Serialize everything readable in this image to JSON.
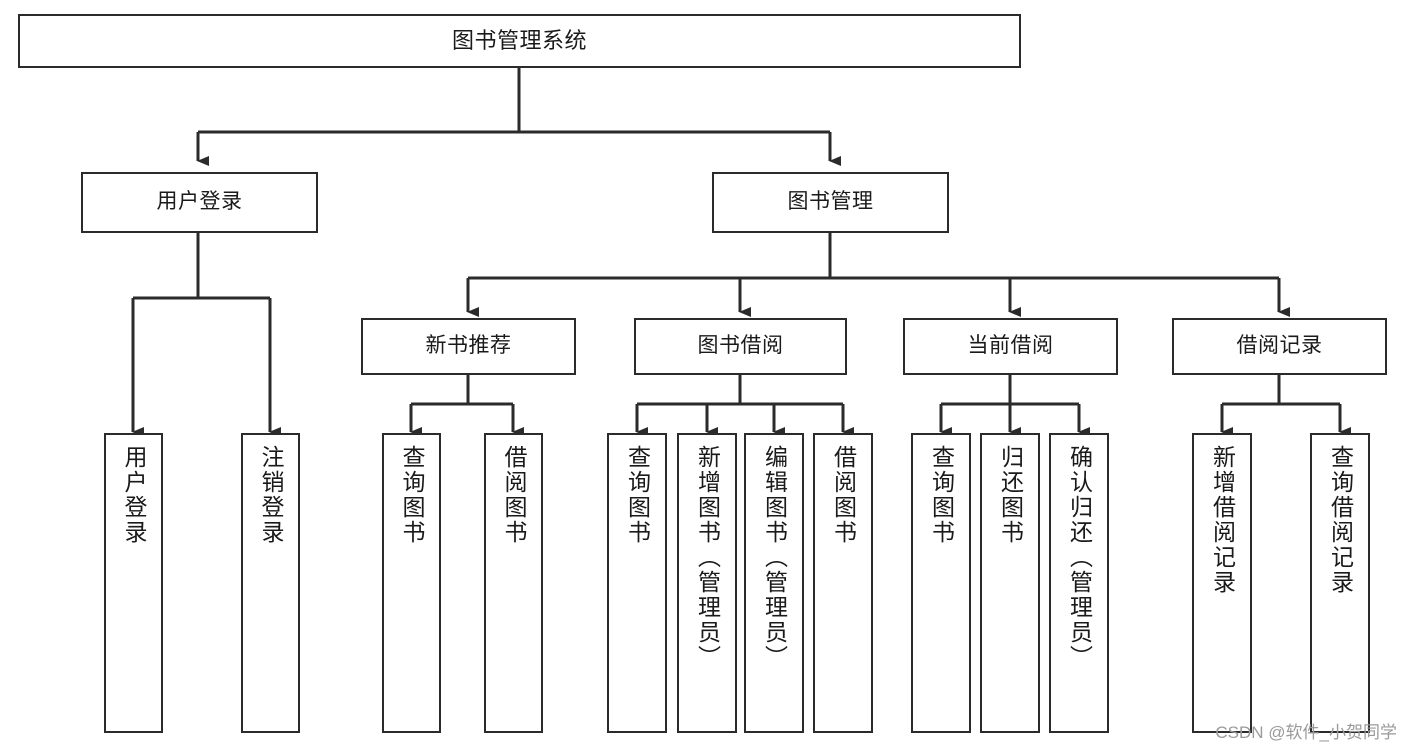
{
  "diagram": {
    "type": "tree-hierarchy",
    "title": "图书管理系统",
    "watermark": "CSDN @软件_小贺同学",
    "colors": {
      "stroke": "#2b2b2b",
      "fill": "#ffffff",
      "text": "#1a1a1a",
      "watermark": "#9a9a9a"
    },
    "root": {
      "id": "root",
      "label": "图书管理系统"
    },
    "level2": [
      {
        "id": "user-login",
        "label": "用户登录"
      },
      {
        "id": "book-manage",
        "label": "图书管理"
      }
    ],
    "level3": [
      {
        "id": "new-book-rec",
        "label": "新书推荐"
      },
      {
        "id": "book-borrow",
        "label": "图书借阅"
      },
      {
        "id": "current-borrow",
        "label": "当前借阅"
      },
      {
        "id": "borrow-record",
        "label": "借阅记录"
      }
    ],
    "leaves": [
      {
        "id": "leaf-user-login",
        "label": "用户登录",
        "parent": "user-login"
      },
      {
        "id": "leaf-logout",
        "label": "注销登录",
        "parent": "user-login"
      },
      {
        "id": "leaf-query-book-1",
        "label": "查询图书",
        "parent": "new-book-rec"
      },
      {
        "id": "leaf-borrow-book-1",
        "label": "借阅图书",
        "parent": "new-book-rec"
      },
      {
        "id": "leaf-query-book-2",
        "label": "查询图书",
        "parent": "book-borrow"
      },
      {
        "id": "leaf-add-book",
        "label": "新增图书（管理员）",
        "parent": "book-borrow"
      },
      {
        "id": "leaf-edit-book",
        "label": "编辑图书（管理员）",
        "parent": "book-borrow"
      },
      {
        "id": "leaf-borrow-book-2",
        "label": "借阅图书",
        "parent": "book-borrow"
      },
      {
        "id": "leaf-query-book-3",
        "label": "查询图书",
        "parent": "current-borrow"
      },
      {
        "id": "leaf-return-book",
        "label": "归还图书",
        "parent": "current-borrow"
      },
      {
        "id": "leaf-confirm-return",
        "label": "确认归还（管理员）",
        "parent": "current-borrow"
      },
      {
        "id": "leaf-add-record",
        "label": "新增借阅记录",
        "parent": "borrow-record"
      },
      {
        "id": "leaf-query-record",
        "label": "查询借阅记录",
        "parent": "borrow-record"
      }
    ]
  }
}
